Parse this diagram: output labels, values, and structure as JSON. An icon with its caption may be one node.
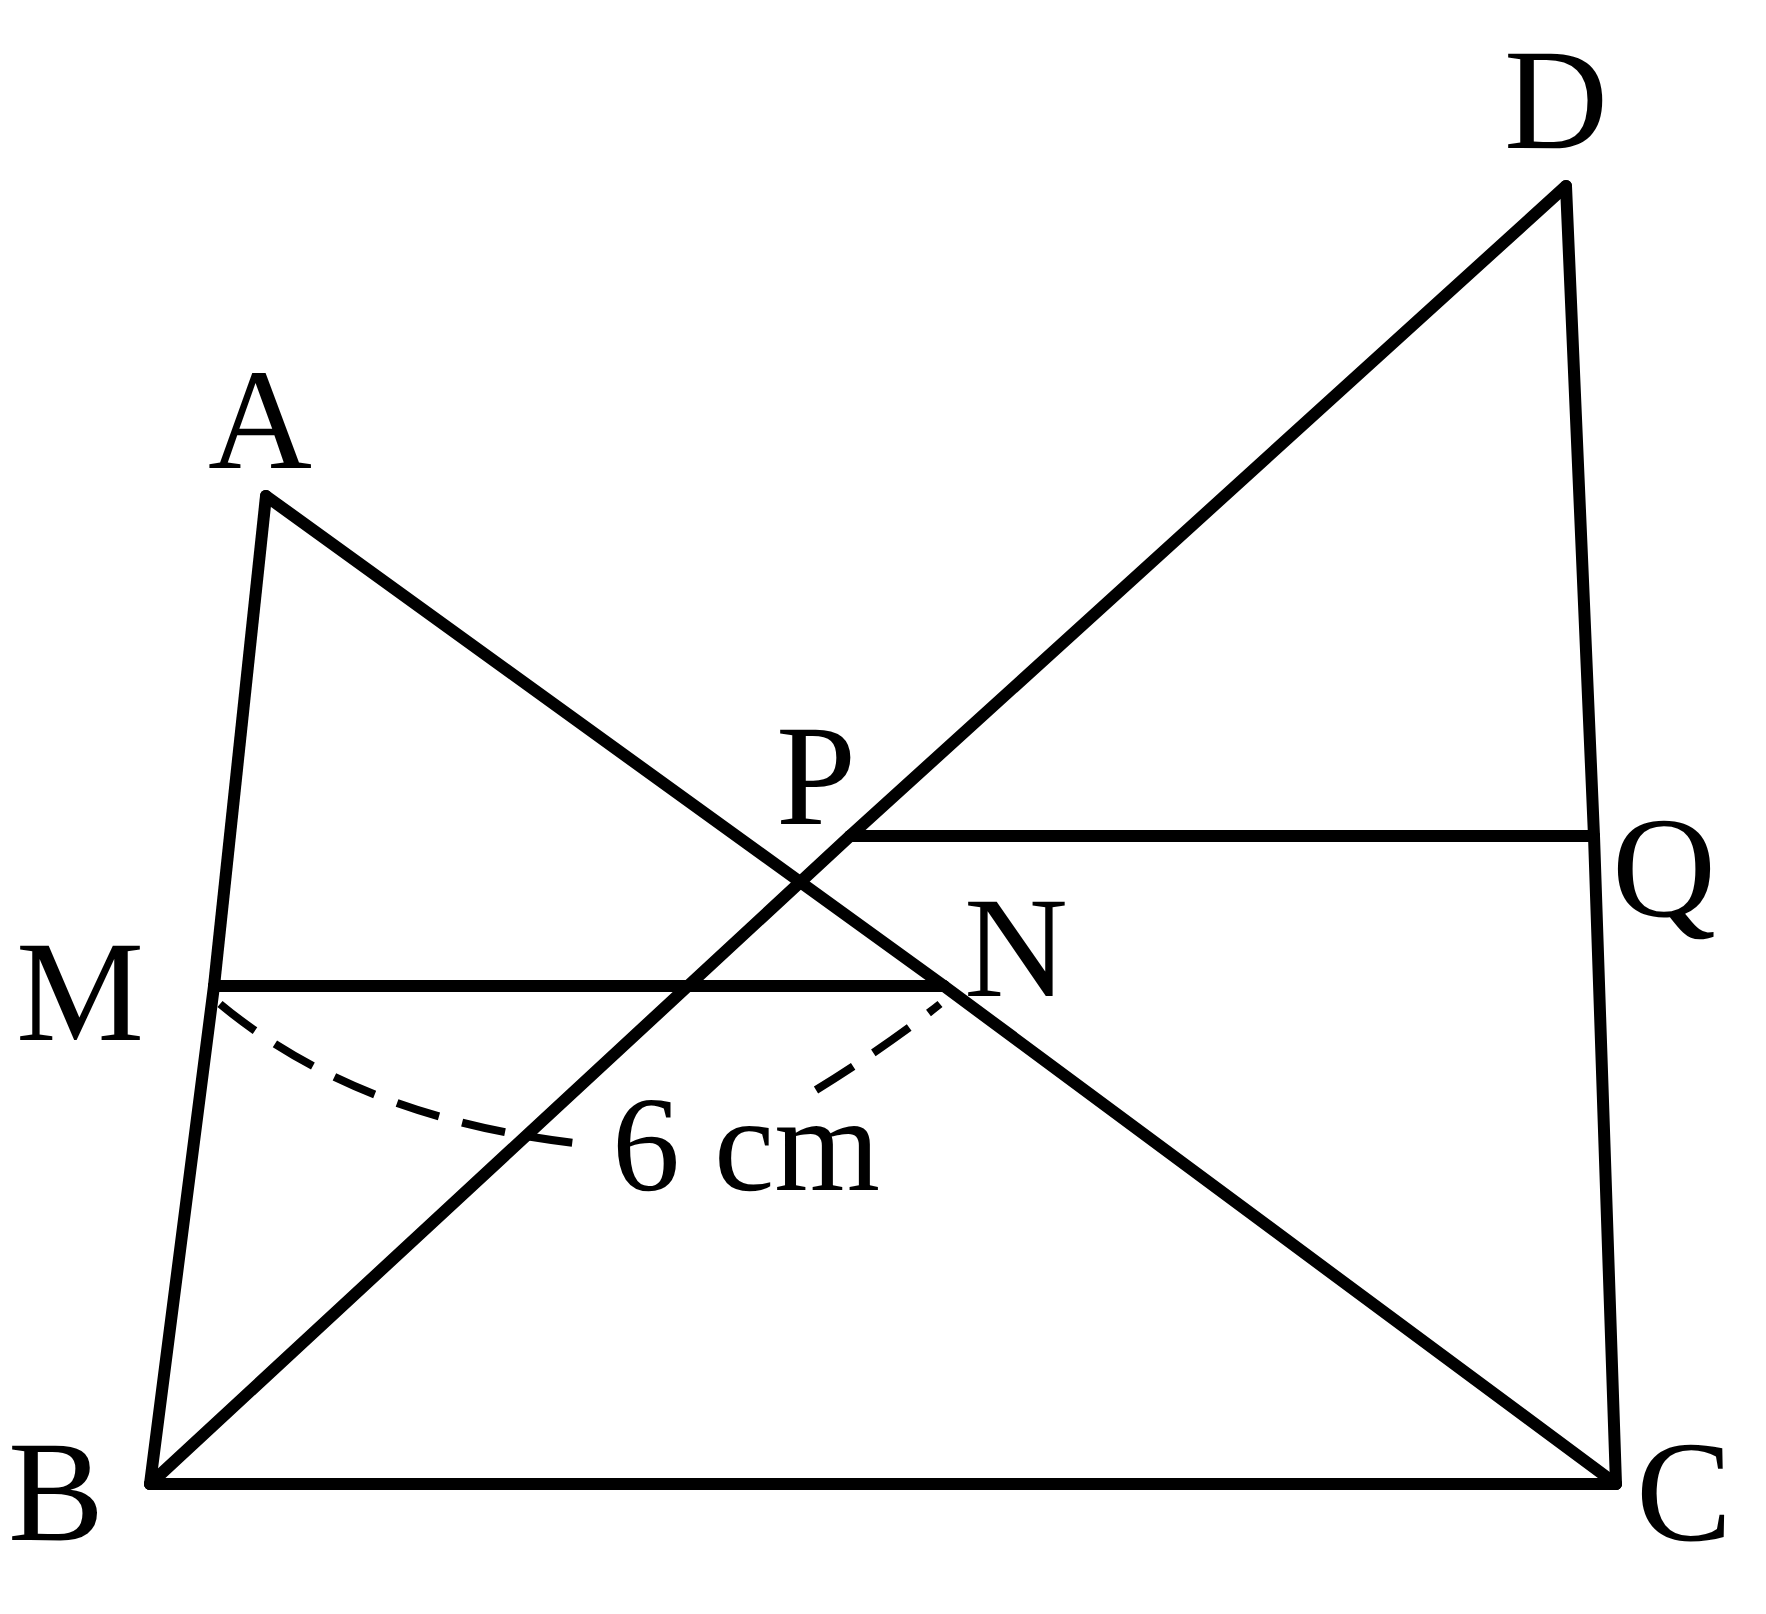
{
  "diagram": {
    "nodes": [
      {
        "text": [
          "A"
        ]
      },
      {
        "text": [
          "B"
        ]
      },
      {
        "text": [
          "C"
        ]
      },
      {
        "text": [
          "D"
        ]
      },
      {
        "text": [
          "M"
        ]
      },
      {
        "text": [
          "N"
        ]
      },
      {
        "text": [
          "P"
        ]
      },
      {
        "text": [
          "Q"
        ]
      }
    ],
    "edges": [
      {
        "from": 0,
        "to": 4,
        "arrow": "none"
      },
      {
        "from": 4,
        "to": 1,
        "arrow": "none"
      },
      {
        "from": 0,
        "to": 5,
        "arrow": "none"
      },
      {
        "from": 5,
        "to": 2,
        "arrow": "none"
      },
      {
        "from": 1,
        "to": 6,
        "arrow": "none"
      },
      {
        "from": 6,
        "to": 3,
        "arrow": "none"
      },
      {
        "from": 3,
        "to": 7,
        "arrow": "none"
      },
      {
        "from": 7,
        "to": 2,
        "arrow": "none"
      },
      {
        "from": 1,
        "to": 2,
        "arrow": "none"
      },
      {
        "from": 4,
        "to": 5,
        "arrow": "none"
      },
      {
        "from": 6,
        "to": 7,
        "arrow": "none"
      }
    ],
    "labels": [
      "6 cm"
    ]
  }
}
